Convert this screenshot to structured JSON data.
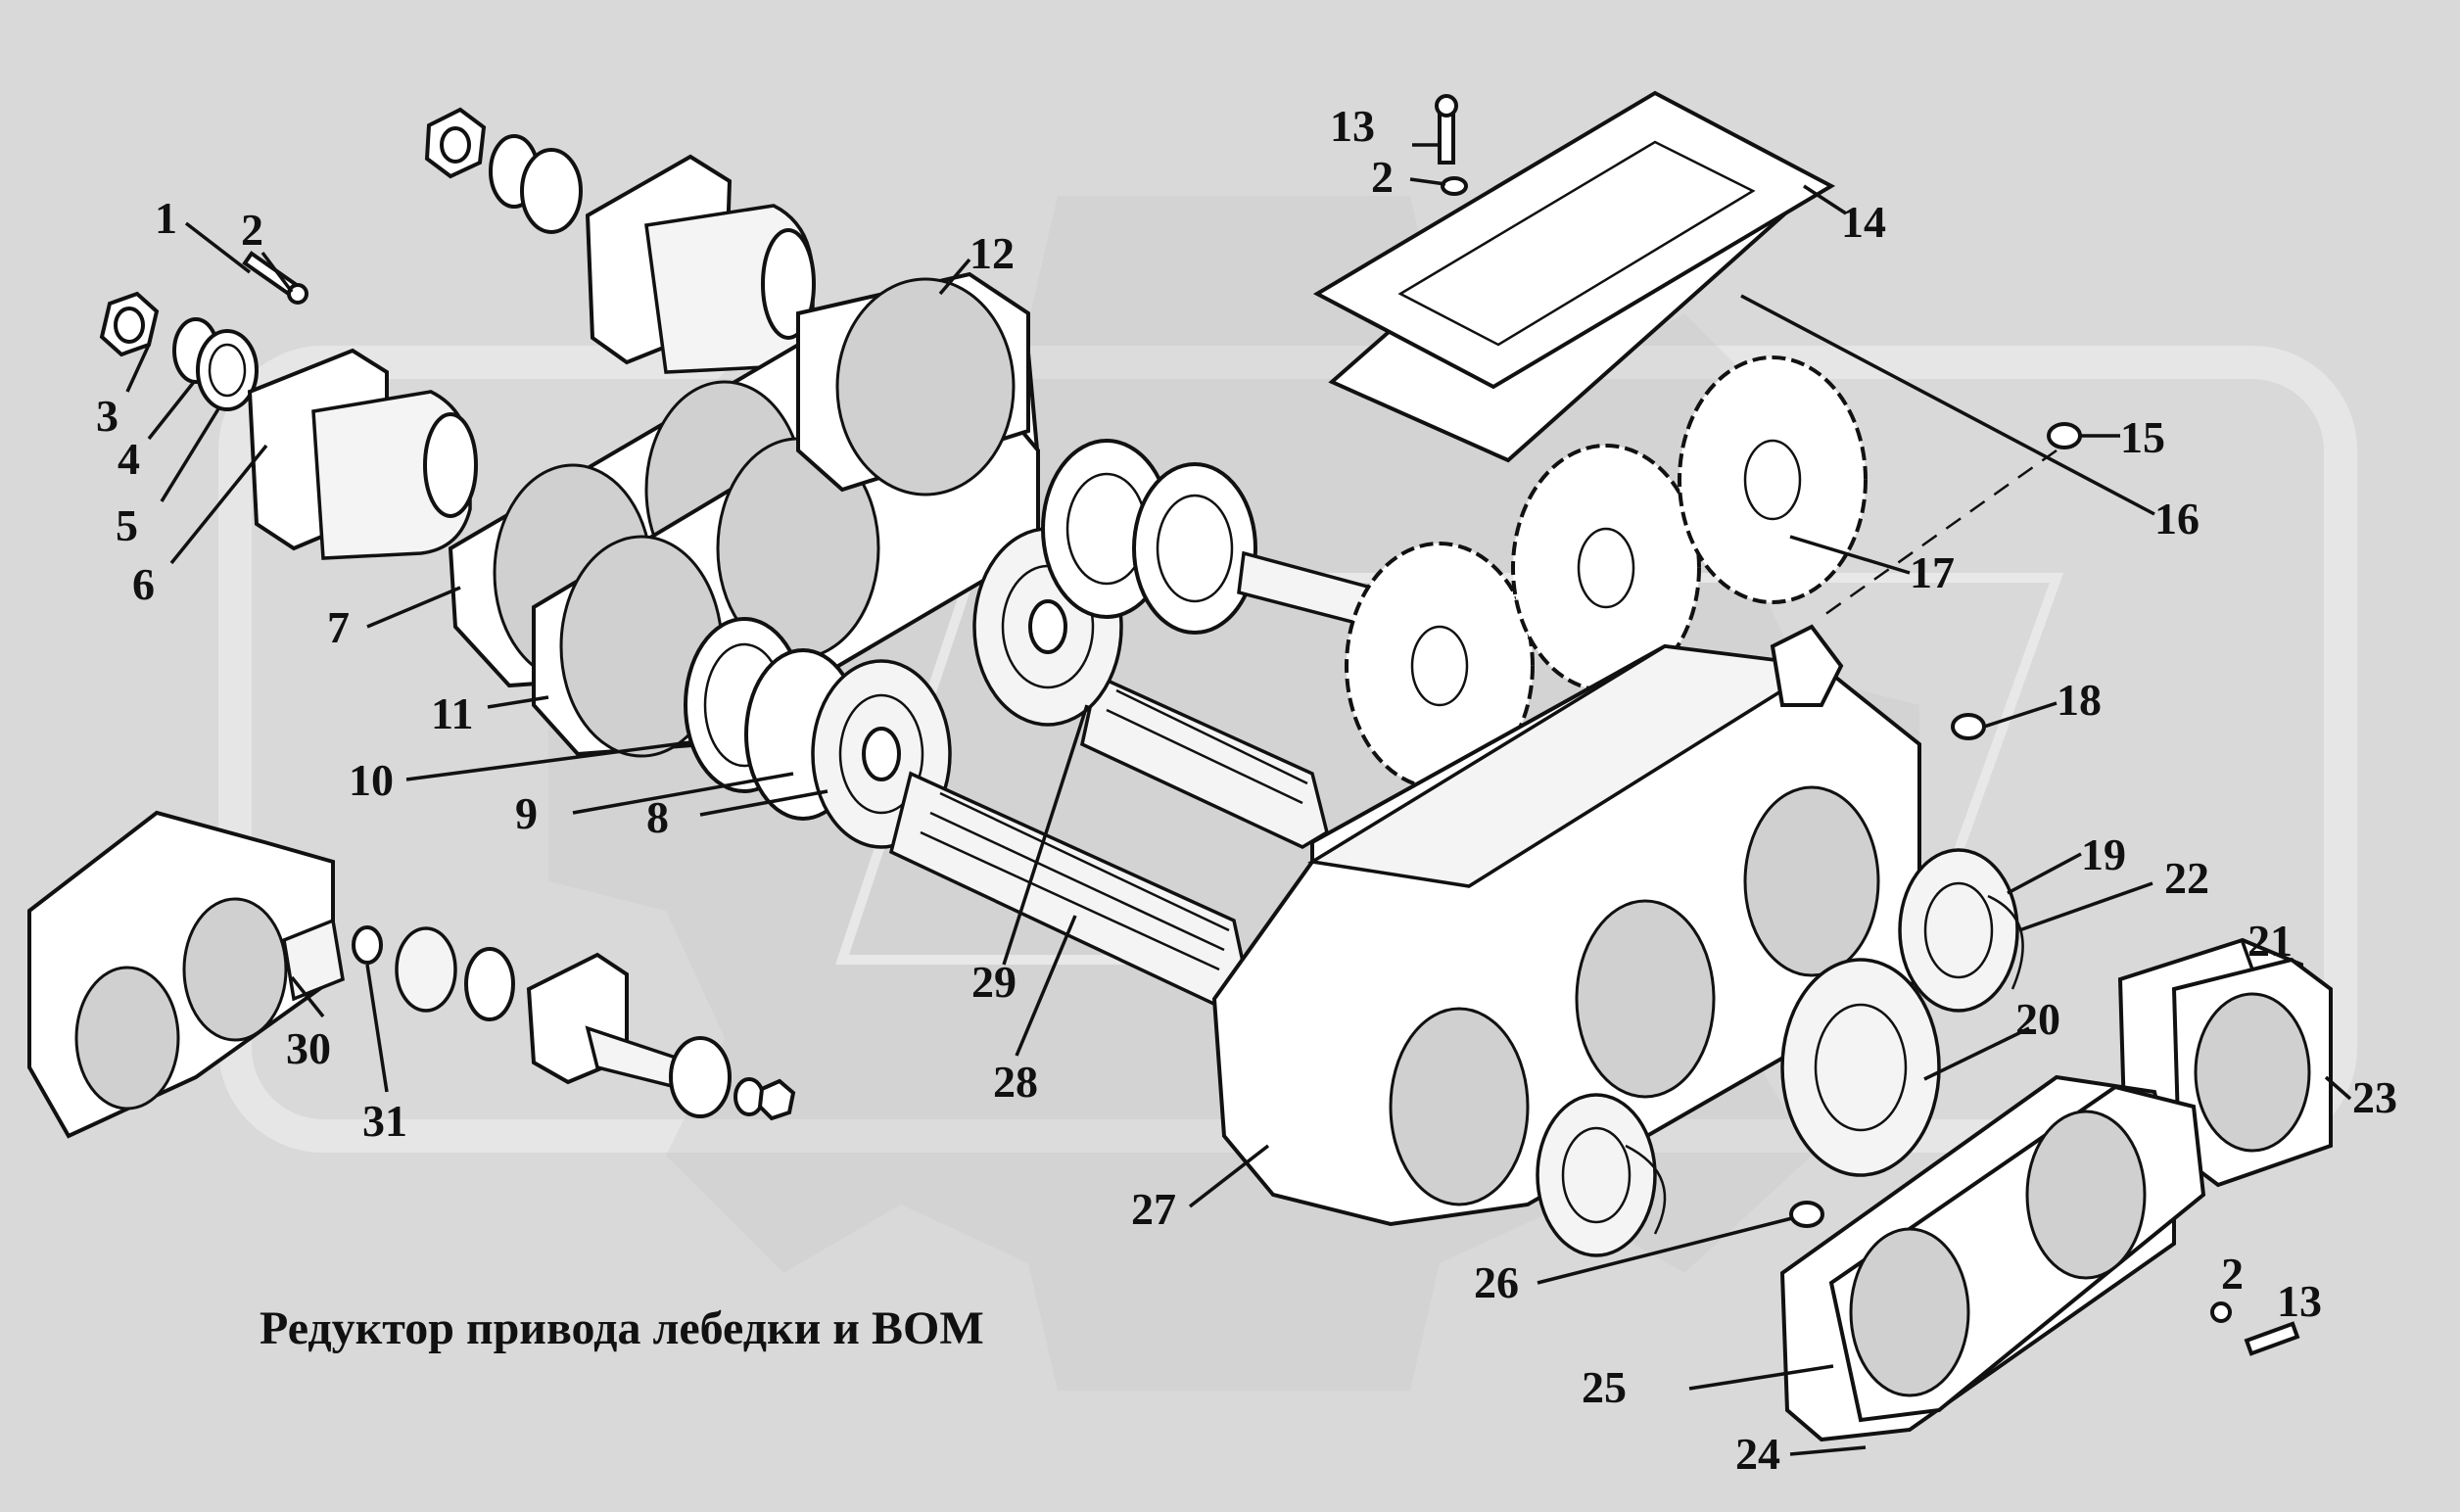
{
  "diagram": {
    "caption": "Редуктор привода лебедки и ВОМ",
    "callouts": [
      {
        "id": "c1",
        "label": "1"
      },
      {
        "id": "c2a",
        "label": "2"
      },
      {
        "id": "c3",
        "label": "3"
      },
      {
        "id": "c4",
        "label": "4"
      },
      {
        "id": "c5",
        "label": "5"
      },
      {
        "id": "c6",
        "label": "6"
      },
      {
        "id": "c7",
        "label": "7"
      },
      {
        "id": "c8",
        "label": "8"
      },
      {
        "id": "c9",
        "label": "9"
      },
      {
        "id": "c10",
        "label": "10"
      },
      {
        "id": "c11",
        "label": "11"
      },
      {
        "id": "c12",
        "label": "12"
      },
      {
        "id": "c13a",
        "label": "13"
      },
      {
        "id": "c2b",
        "label": "2"
      },
      {
        "id": "c14",
        "label": "14"
      },
      {
        "id": "c15",
        "label": "15"
      },
      {
        "id": "c16",
        "label": "16"
      },
      {
        "id": "c17",
        "label": "17"
      },
      {
        "id": "c18",
        "label": "18"
      },
      {
        "id": "c19",
        "label": "19"
      },
      {
        "id": "c22",
        "label": "22"
      },
      {
        "id": "c21",
        "label": "21"
      },
      {
        "id": "c20",
        "label": "20"
      },
      {
        "id": "c23",
        "label": "23"
      },
      {
        "id": "c27",
        "label": "27"
      },
      {
        "id": "c26",
        "label": "26"
      },
      {
        "id": "c2c",
        "label": "2"
      },
      {
        "id": "c13b",
        "label": "13"
      },
      {
        "id": "c25",
        "label": "25"
      },
      {
        "id": "c24",
        "label": "24"
      },
      {
        "id": "c29",
        "label": "29"
      },
      {
        "id": "c28",
        "label": "28"
      },
      {
        "id": "c30",
        "label": "30"
      },
      {
        "id": "c31",
        "label": "31"
      }
    ]
  }
}
